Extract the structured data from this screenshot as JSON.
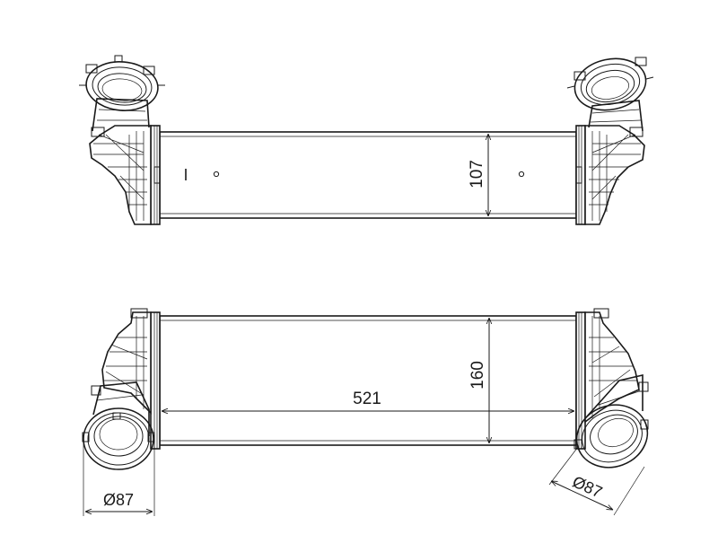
{
  "dimensions": {
    "top_height": "107",
    "bottom_length": "521",
    "bottom_height": "160",
    "left_diameter": "Ø87",
    "right_diameter": "Ø87"
  }
}
